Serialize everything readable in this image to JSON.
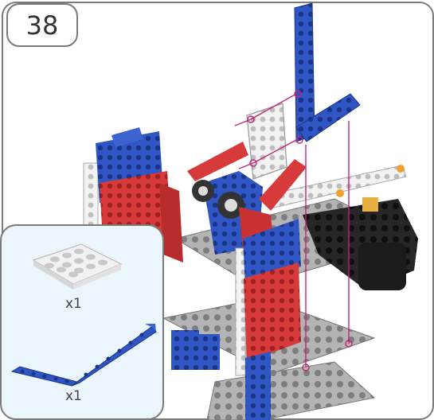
{
  "step": {
    "number": "38"
  },
  "parts": {
    "items": [
      {
        "icon": "white-plate-3x4-icon",
        "qty": "x1"
      },
      {
        "icon": "blue-l-beam-icon",
        "qty": "x1"
      }
    ]
  },
  "colors": {
    "blue": "#2f56c4",
    "red": "#d63a3a",
    "white": "#eeeeee",
    "gray": "#9a9a9a",
    "black": "#1e1e1e",
    "guide": "#c2267a",
    "panel": "#ebf5fc"
  }
}
